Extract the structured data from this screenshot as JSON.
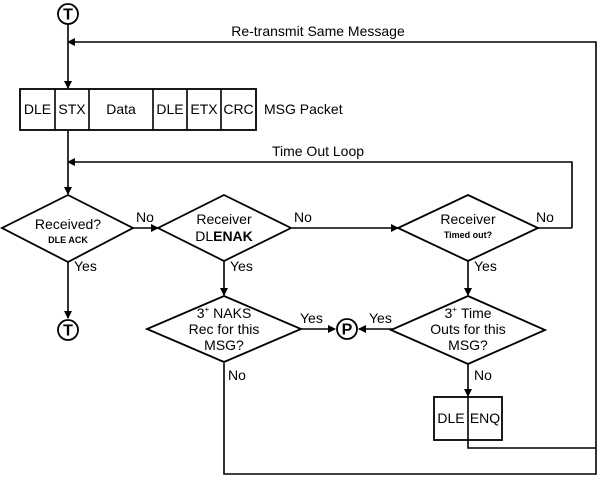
{
  "connectors": {
    "top": "T",
    "bottom": "T",
    "p": "P"
  },
  "loops": {
    "retransmit": "Re-transmit Same Message",
    "timeout": "Time Out Loop"
  },
  "packet": {
    "fields": [
      "DLE",
      "STX",
      "Data",
      "DLE",
      "ETX",
      "CRC"
    ],
    "label": "MSG Packet"
  },
  "decisions": {
    "received": {
      "line1": "Received?",
      "line2": "DLE ACK"
    },
    "receiver_nak": {
      "line1": "Receiver",
      "line2_prefix": "DL",
      "line2_bold": "ENAK"
    },
    "receiver_timeout": {
      "line1": "Receiver",
      "line2": "Timed out?"
    },
    "naks": {
      "num": "3",
      "sup": "+",
      "line1_rest": "NAKS",
      "line2": "Rec for this",
      "line3": "MSG?"
    },
    "timeouts": {
      "num": "3",
      "sup": "+",
      "line1_rest": "Time",
      "line2": "Outs for this",
      "line3": "MSG?"
    }
  },
  "enq_box": {
    "fields": [
      "DLE",
      "ENQ"
    ]
  },
  "edge_labels": {
    "received_no": "No",
    "received_yes": "Yes",
    "nak_no": "No",
    "nak_yes": "Yes",
    "timeout_no": "No",
    "timeout_yes": "Yes",
    "naks_yes": "Yes",
    "naks_no": "No",
    "timeouts_yes": "Yes",
    "timeouts_no": "No"
  }
}
